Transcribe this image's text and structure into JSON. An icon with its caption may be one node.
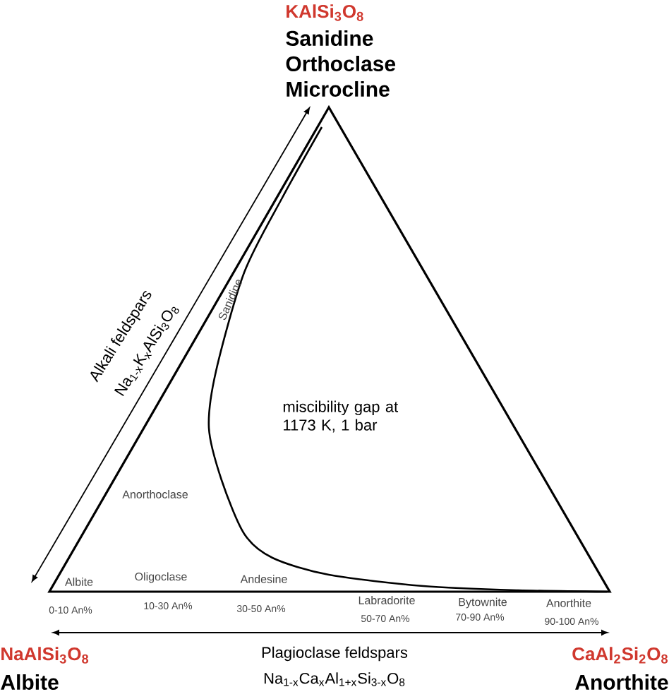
{
  "diagram": {
    "labels": [
      "KAlSi$_{3}$O$_{8}$",
      "Sanidine",
      "Orthoclase",
      "Microcline",
      "Alkali feldspars",
      "Na$_{1-x}$K$_{x}$AlSi$_{3}$O$_{8}$",
      "Sanidine",
      "miscibility gap at 1173 K, 1 bar",
      "Anorthoclase",
      "Albite",
      "Oligoclase",
      "Andesine",
      "0-10 An%",
      "10-30 An%",
      "30-50 An%",
      "Labradorite",
      "Bytownite",
      "Anorthite",
      "50-70 An%",
      "70-90 An%",
      "90-100 An%",
      "NaAlSi$_{3}$O$_{8}$",
      "Plagioclase feldspars",
      "CaAl$_{2}$Si$_{2}$O$_{8}$",
      "Albite",
      "Na$_{1-x}$Ca$_{x}$Al$_{1+x}$Si$_{3-x}$O$_{8}$",
      "Anorthite"
    ]
  }
}
